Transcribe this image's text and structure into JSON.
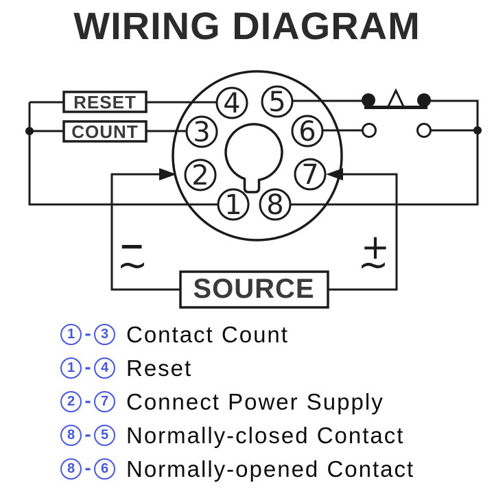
{
  "title": "WIRING DIAGRAM",
  "colors": {
    "line": "#1b1b1b",
    "accent_blue": "#4657e0",
    "title_text": "#2b2b2b"
  },
  "boxes": {
    "reset": "RESET",
    "count": "COUNT",
    "source": "SOURCE"
  },
  "pins": [
    "1",
    "2",
    "3",
    "4",
    "5",
    "6",
    "7",
    "8"
  ],
  "symbols": {
    "minus": "−",
    "plus": "+",
    "tilde": "~"
  },
  "legend": {
    "dash": "-",
    "rows": [
      {
        "a": "1",
        "b": "3",
        "label": "Contact Count"
      },
      {
        "a": "1",
        "b": "4",
        "label": "Reset"
      },
      {
        "a": "2",
        "b": "7",
        "label": "Connect Power Supply"
      },
      {
        "a": "8",
        "b": "5",
        "label": "Normally-closed Contact"
      },
      {
        "a": "8",
        "b": "6",
        "label": "Normally-opened Contact"
      }
    ]
  }
}
